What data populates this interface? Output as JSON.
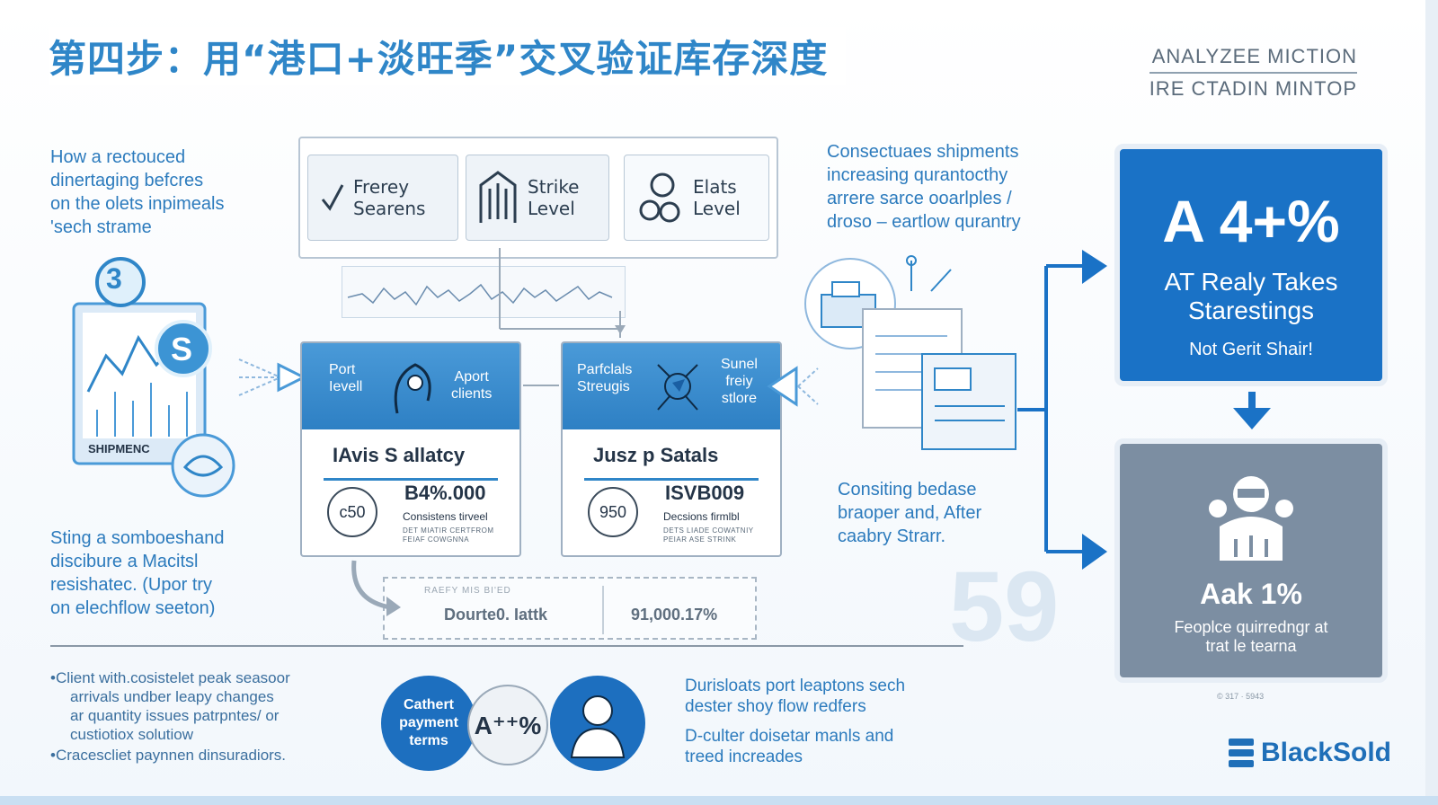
{
  "title": "第四步：用“港口+淡旺季”交叉验证库存深度",
  "corner": {
    "line1": "ANALYZEE MICTION",
    "line2": "IRE CTADIN MINTOP"
  },
  "left_top_text": [
    "How a rectouced",
    "dinertaging befcres",
    "on the olets inpimeals",
    "'sech strame"
  ],
  "left_badge": {
    "number": "3",
    "letter": "S",
    "label": "SHIPMENC"
  },
  "left_mid_text": [
    "Sting a somboeshand",
    "discibure a Macitsl",
    "resishatec. (Upor try",
    "on elechflow seeton)"
  ],
  "bullets": [
    {
      "l1": "•Client with.cosistelet peak seasoor",
      "l2": "arrivals undber leapy changes",
      "l3": "ar quantity issues patrpntes/ or",
      "l4": "custiotiox solutiow"
    },
    {
      "l1": "•Cracescliet paynnen dinsuradiors.",
      "l2": "",
      "l3": "",
      "l4": ""
    }
  ],
  "top_tags": [
    {
      "line1": "Frerey",
      "line2": "Searens",
      "icon": "checkmark-icon"
    },
    {
      "line1": "Strike",
      "line2": "Level",
      "icon": "warehouse-icon"
    },
    {
      "line1": "Elats",
      "line2": "Level",
      "icon": "people-icon"
    }
  ],
  "card_a": {
    "head_left": [
      "Port",
      "Ievell"
    ],
    "head_right": [
      "Aport",
      "clients"
    ],
    "title": "IAvis S allatcy",
    "gauge": "c50",
    "big": "B4%.000",
    "sub": "Consistens tirveel",
    "tiny1": "DET MIATIR CERTFROM",
    "tiny2": "FEIAF COWGNNA"
  },
  "card_b": {
    "head_left": [
      "Parfclals",
      "Streugis"
    ],
    "head_right": [
      "Sunel",
      "freiy",
      "stlore"
    ],
    "title": "Jusz p Satals",
    "gauge": "950",
    "big": "ISVB009",
    "sub": "Decsions firmlbl",
    "tiny1": "DETS LIADE COWATNIY",
    "tiny2": "PEIAR ASE STRINK"
  },
  "dash": {
    "caption": "RAEFY MIS BI'ED",
    "left": "Dourte0. Iattk",
    "right": "91,000.17%"
  },
  "right_top_text": [
    "Consectuaes shipments",
    "increasing qurantocthy",
    "arrere sarce ooarlples /",
    "droso – eartlow qurantry"
  ],
  "right_mid_text": [
    "Consiting bedase",
    "braoper and, After",
    "caabry Strarr."
  ],
  "circles": {
    "left": [
      "Cathert",
      "payment",
      "terms"
    ],
    "middle": "A⁺⁺%"
  },
  "bottom_right_text": [
    {
      "l1": "Durisloats port leaptons sech",
      "l2": "dester shoy flow redfers"
    },
    {
      "l1": "D-culter doisetar manls and",
      "l2": "treed increades"
    }
  ],
  "box1": {
    "big": "A 4+%",
    "l1": "AT Realy Takes",
    "l2": "Starestings",
    "l3": "Not Gerit Shair!"
  },
  "box2": {
    "big": "Aak 1%",
    "l1": "Feoplce quirredngr at",
    "l2": "trat le tearna"
  },
  "small_caption": "© 317 · 5943",
  "logo": "BlackSold",
  "colors": {
    "primary": "#2f86c8",
    "dark_blue": "#1a72c6",
    "slate": "#7c8ea2"
  }
}
